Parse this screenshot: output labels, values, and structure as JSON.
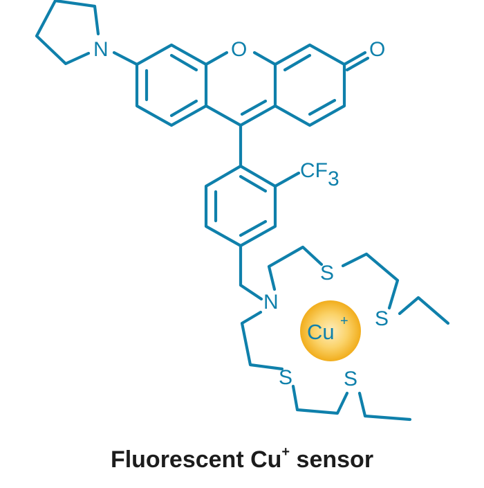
{
  "caption": {
    "text_main": "Fluorescent Cu",
    "text_sup": "+",
    "text_end": " sensor"
  },
  "atoms": {
    "pyrrolidine_n": "N",
    "xanthene_o": "O",
    "carbonyl_o": "O",
    "cf3_main": "CF",
    "cf3_sub": "3",
    "amine_n": "N",
    "s1": "S",
    "s2": "S",
    "s3": "S",
    "s4": "S"
  },
  "metal_ion": {
    "symbol": "Cu",
    "charge": "+",
    "color_center": "#fde9b0",
    "color_edge": "#f3b322"
  },
  "colors": {
    "bond": "#0f80ab",
    "caption": "#1c1c1c",
    "background": "#ffffff"
  }
}
